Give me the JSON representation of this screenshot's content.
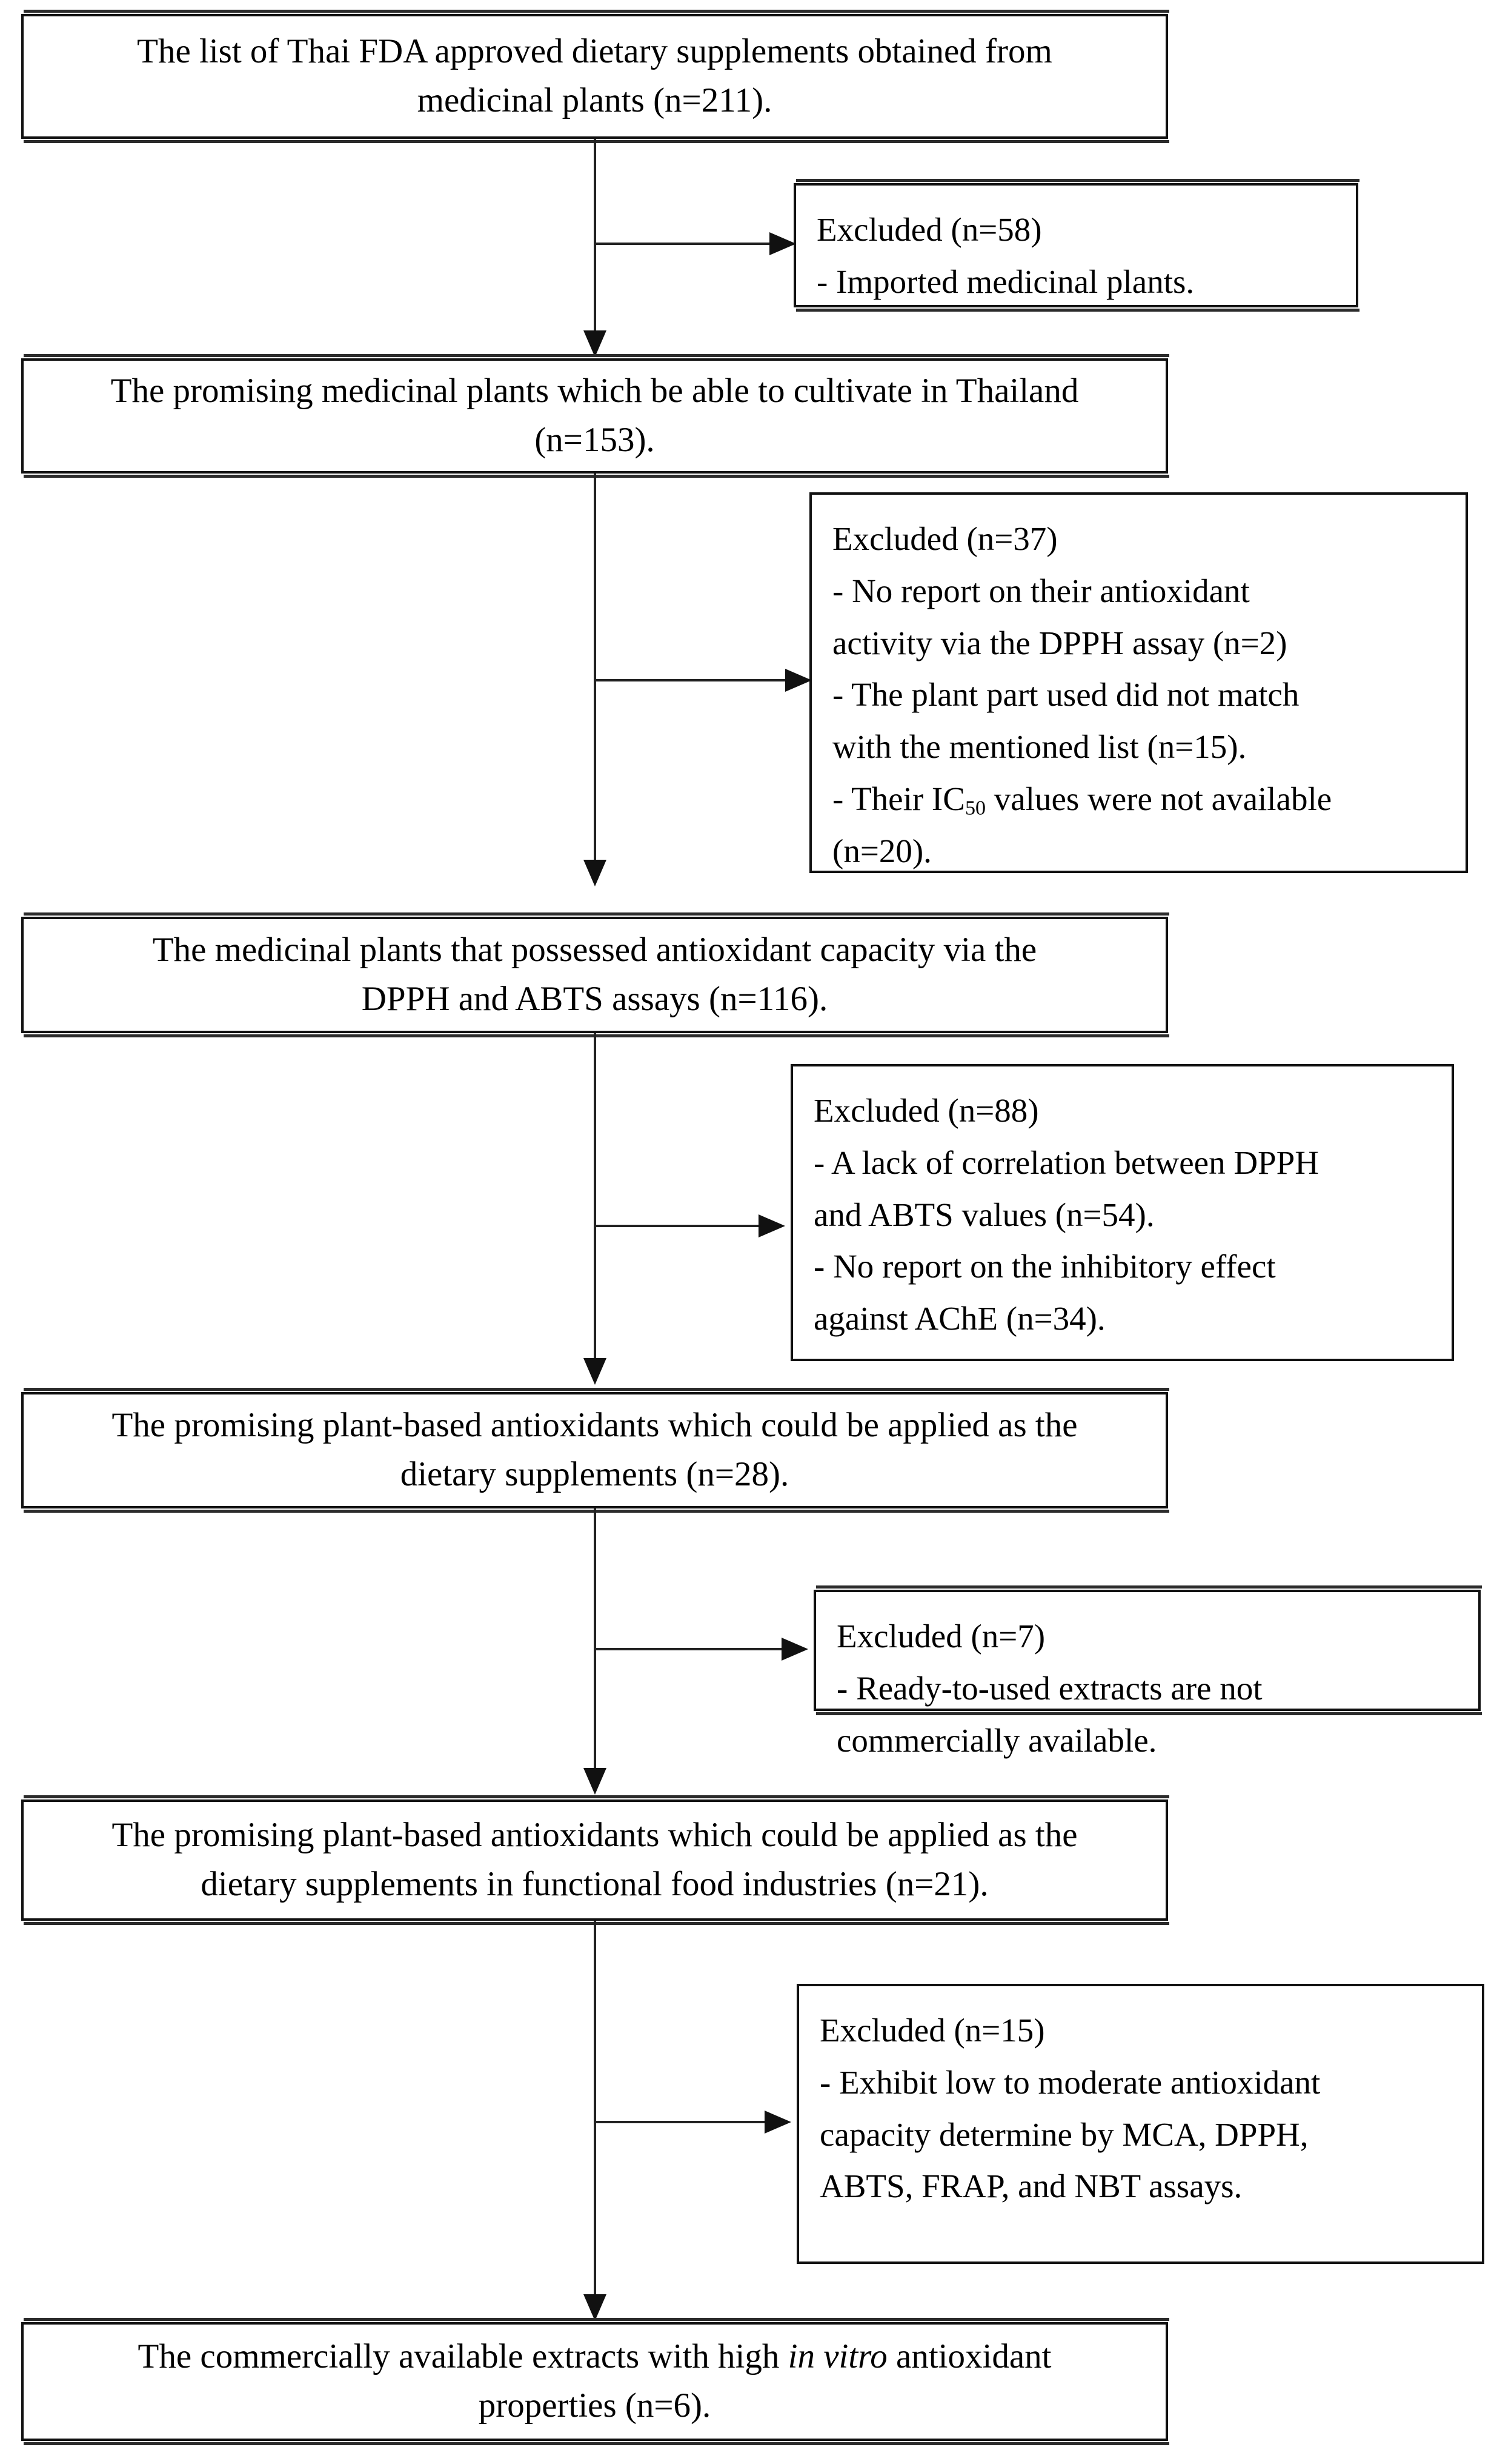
{
  "diagram": {
    "type": "flowchart",
    "title": "Study selection flow of Thai FDA approved dietary supplements from medicinal plants",
    "colors": {
      "box_border": "#111111",
      "connector": "#222222",
      "background": "#ffffff",
      "text": "#000000"
    },
    "stages": [
      {
        "id": "stage-1",
        "line1": "The list of Thai FDA approved dietary supplements obtained from",
        "line2": "medicinal plants (n=211).",
        "n": 211
      },
      {
        "id": "stage-2",
        "line1": "The promising medicinal plants which be able to cultivate in Thailand",
        "line2": "(n=153).",
        "n": 153
      },
      {
        "id": "stage-3",
        "line1": "The medicinal plants that possessed antioxidant capacity via the",
        "line2": "DPPH and ABTS assays (n=116).",
        "n": 116
      },
      {
        "id": "stage-4",
        "line1": "The promising plant-based antioxidants which could be applied as the",
        "line2": "dietary supplements (n=28).",
        "n": 28
      },
      {
        "id": "stage-5",
        "line1": "The promising plant-based antioxidants which could be applied as the",
        "line2": "dietary supplements in functional food industries (n=21).",
        "n": 21
      },
      {
        "id": "stage-6",
        "line1_a": "The commercially available extracts with high ",
        "line1_italic": "in vitro",
        "line1_b": " antioxidant",
        "line2": "properties (n=6).",
        "n": 6
      }
    ],
    "exclusions": [
      {
        "id": "exclusion-1",
        "header": "Excluded (n=58)",
        "n": 58,
        "lines": [
          "- Imported medicinal plants."
        ]
      },
      {
        "id": "exclusion-2",
        "header": "Excluded (n=37)",
        "n": 37,
        "lines": [
          "- No report on their antioxidant",
          "activity via the DPPH assay (n=2)",
          "- The plant part used did not match",
          "with the mentioned list (n=15).",
          "- Their IC50 values were not available",
          "(n=20)."
        ],
        "line_ic50_prefix": "- Their IC",
        "line_ic50_sub": "50",
        "line_ic50_suffix": " values were not available"
      },
      {
        "id": "exclusion-3",
        "header": "Excluded (n=88)",
        "n": 88,
        "lines": [
          "- A lack of correlation between DPPH",
          "and ABTS values (n=54).",
          "- No report on the inhibitory effect",
          "against AChE (n=34)."
        ]
      },
      {
        "id": "exclusion-4",
        "header": "Excluded (n=7)",
        "n": 7,
        "lines": [
          "- Ready-to-used extracts are not",
          "commercially available."
        ]
      },
      {
        "id": "exclusion-5",
        "header": "Excluded (n=15)",
        "n": 15,
        "lines": [
          "- Exhibit low to moderate antioxidant",
          "capacity determine by MCA, DPPH,",
          "ABTS, FRAP, and NBT assays."
        ]
      }
    ]
  }
}
